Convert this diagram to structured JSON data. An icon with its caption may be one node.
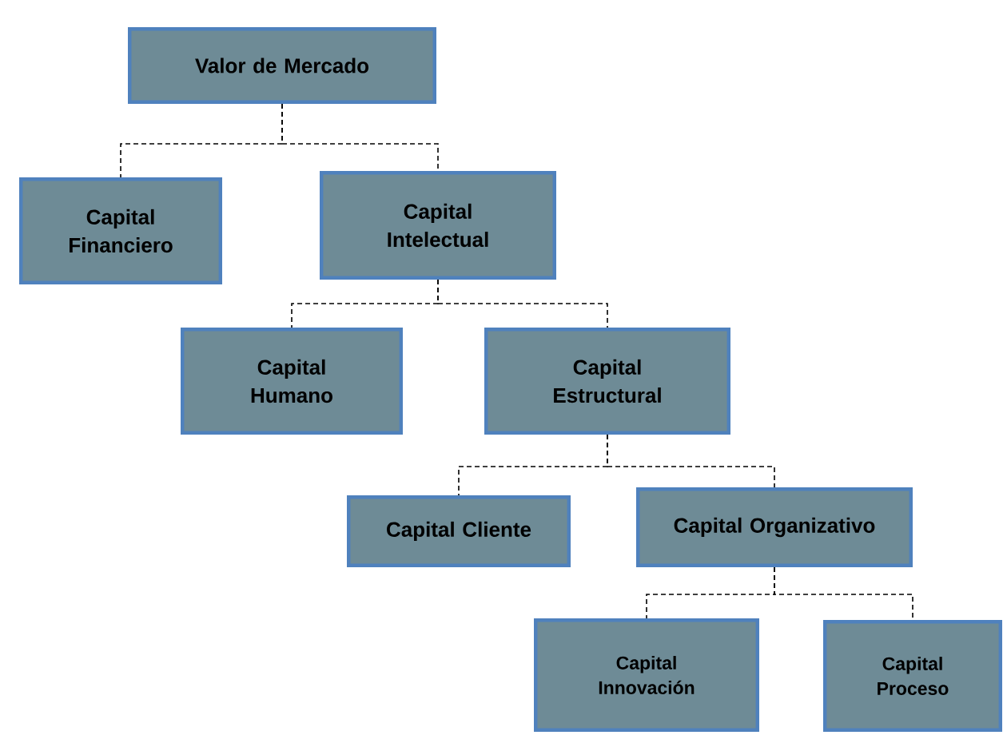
{
  "diagram": {
    "nodes": [
      {
        "text": [
          "Valor de Mercado"
        ]
      },
      {
        "text": [
          "Capital Financiero"
        ]
      },
      {
        "text": [
          "Capital Intelectual"
        ]
      },
      {
        "text": [
          "Capital Humano"
        ]
      },
      {
        "text": [
          "Capital Estructural"
        ]
      },
      {
        "text": [
          "Capital Cliente"
        ]
      },
      {
        "text": [
          "Capital Organizativo"
        ]
      },
      {
        "text": [
          "Capital Innovación"
        ]
      },
      {
        "text": [
          "Capital Proceso"
        ]
      }
    ],
    "edges": [
      {
        "from": 0,
        "to": 1,
        "arrow": "none",
        "style": "dashed"
      },
      {
        "from": 0,
        "to": 2,
        "arrow": "none",
        "style": "dashed"
      },
      {
        "from": 2,
        "to": 3,
        "arrow": "none",
        "style": "dashed"
      },
      {
        "from": 2,
        "to": 4,
        "arrow": "none",
        "style": "dashed"
      },
      {
        "from": 4,
        "to": 5,
        "arrow": "none",
        "style": "dashed"
      },
      {
        "from": 4,
        "to": 6,
        "arrow": "none",
        "style": "dashed"
      },
      {
        "from": 6,
        "to": 7,
        "arrow": "none",
        "style": "dashed"
      },
      {
        "from": 6,
        "to": 8,
        "arrow": "none",
        "style": "dashed"
      }
    ]
  }
}
